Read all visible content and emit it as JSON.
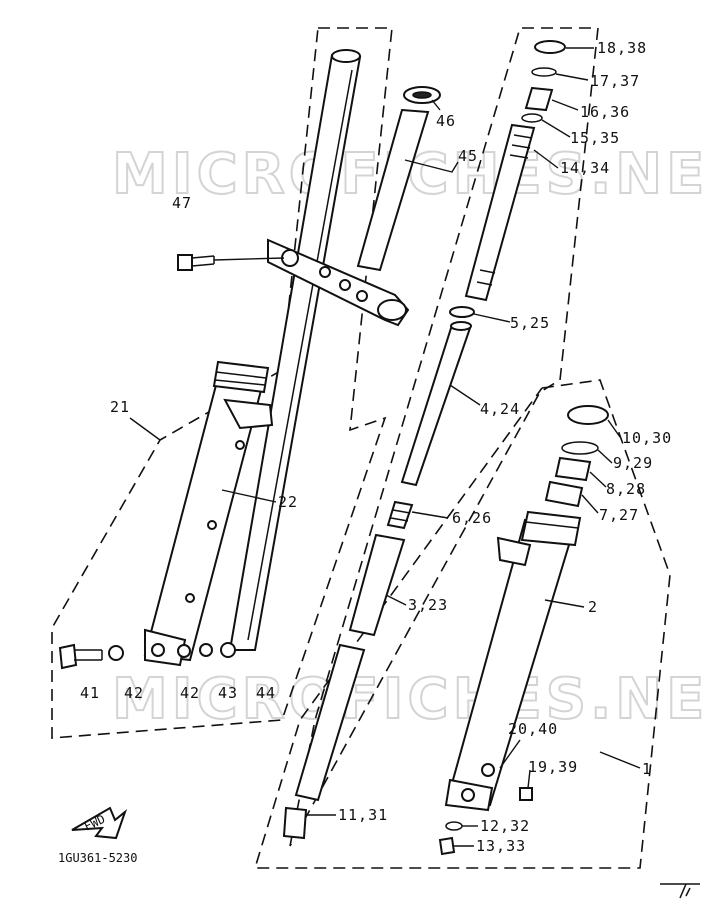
{
  "watermark_text": "MICROFICHES.NET",
  "diagram_code": "1GU361-5230",
  "fwd_text": "FWD",
  "callouts": [
    {
      "id": "c-18-38",
      "text": "18,38"
    },
    {
      "id": "c-17-37",
      "text": "17,37"
    },
    {
      "id": "c-16-36",
      "text": "16,36"
    },
    {
      "id": "c-15-35",
      "text": "15,35"
    },
    {
      "id": "c-14-34",
      "text": "14,34"
    },
    {
      "id": "c-46",
      "text": "46"
    },
    {
      "id": "c-45",
      "text": "45"
    },
    {
      "id": "c-47",
      "text": "47"
    },
    {
      "id": "c-5-25",
      "text": "5,25"
    },
    {
      "id": "c-4-24",
      "text": "4,24"
    },
    {
      "id": "c-21",
      "text": "21"
    },
    {
      "id": "c-22",
      "text": "22"
    },
    {
      "id": "c-10-30",
      "text": "10,30"
    },
    {
      "id": "c-9-29",
      "text": "9,29"
    },
    {
      "id": "c-8-28",
      "text": "8,28"
    },
    {
      "id": "c-7-27",
      "text": "7,27"
    },
    {
      "id": "c-6-26",
      "text": "6,26"
    },
    {
      "id": "c-3-23",
      "text": "3,23"
    },
    {
      "id": "c-2",
      "text": "2"
    },
    {
      "id": "c-41",
      "text": "41"
    },
    {
      "id": "c-42a",
      "text": "42"
    },
    {
      "id": "c-42b",
      "text": "42"
    },
    {
      "id": "c-43",
      "text": "43"
    },
    {
      "id": "c-44",
      "text": "44"
    },
    {
      "id": "c-20-40",
      "text": "20,40"
    },
    {
      "id": "c-19-39",
      "text": "19,39"
    },
    {
      "id": "c-1",
      "text": "1"
    },
    {
      "id": "c-11-31",
      "text": "11,31"
    },
    {
      "id": "c-12-32",
      "text": "12,32"
    },
    {
      "id": "c-13-33",
      "text": "13,33"
    }
  ]
}
